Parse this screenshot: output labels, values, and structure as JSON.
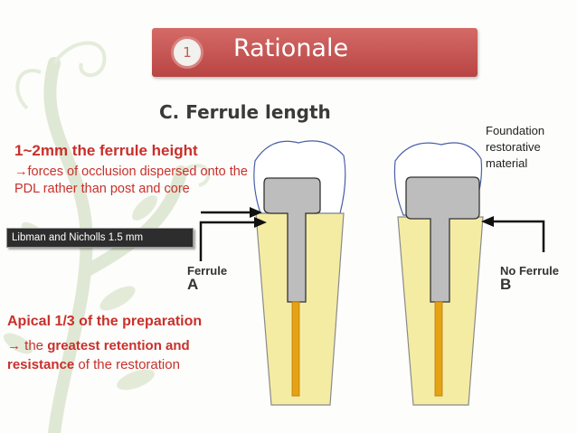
{
  "title": {
    "number": "1",
    "text": "Rationale"
  },
  "subtitle": "C.  Ferrule length",
  "left_text": {
    "heading": "1~2mm the ferrule height",
    "note": "→forces of occlusion dispersed onto the PDL rather than post and core",
    "citation": "Libman and Nicholls 1.5 mm"
  },
  "apical": {
    "heading": "Apical 1/3 of the preparation",
    "line_prefix": "→ the ",
    "line_bold": "greatest retention and",
    "line2_bold": "resistance",
    "line2_rest": " of the restoration"
  },
  "diagram": {
    "foundation_label": "Foundation restorative material",
    "tooth_a": {
      "caption": "Ferrule",
      "letter": "A"
    },
    "tooth_b": {
      "caption": "No Ferrule",
      "letter": "B"
    }
  },
  "colors": {
    "title_bar": "#c2524f",
    "accent_red": "#c8302c",
    "root": "#f5eca4",
    "core": "#bdbdbd",
    "post": "#e5a214"
  }
}
